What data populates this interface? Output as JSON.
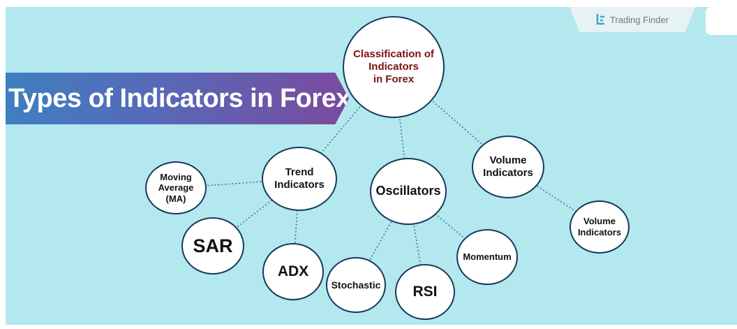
{
  "title": "Types of Indicators in Forex",
  "brand": {
    "name": "Trading Finder",
    "logo_icon": "trading-finder-logo-icon"
  },
  "colors": {
    "background": "#b2e8ee",
    "node_fill": "#ffffff",
    "node_border": "#16395c",
    "root_text": "#7a1212",
    "edge": "#3a6f9a",
    "banner_start": "#3f7fc0",
    "banner_end": "#7a4a9e"
  },
  "diagram": {
    "root": {
      "id": "root",
      "label": "Classification of\nIndicators\nin Forex"
    },
    "categories": [
      {
        "id": "trend",
        "label": "Trend\nIndicators",
        "children": [
          "Moving\nAverage\n(MA)",
          "SAR",
          "ADX"
        ]
      },
      {
        "id": "oscillators",
        "label": "Oscillators",
        "children": [
          "Stochastic",
          "RSI",
          "Momentum"
        ]
      },
      {
        "id": "volume",
        "label": "Volume\nIndicators",
        "children": [
          "Volume\nIndicators"
        ]
      }
    ]
  }
}
